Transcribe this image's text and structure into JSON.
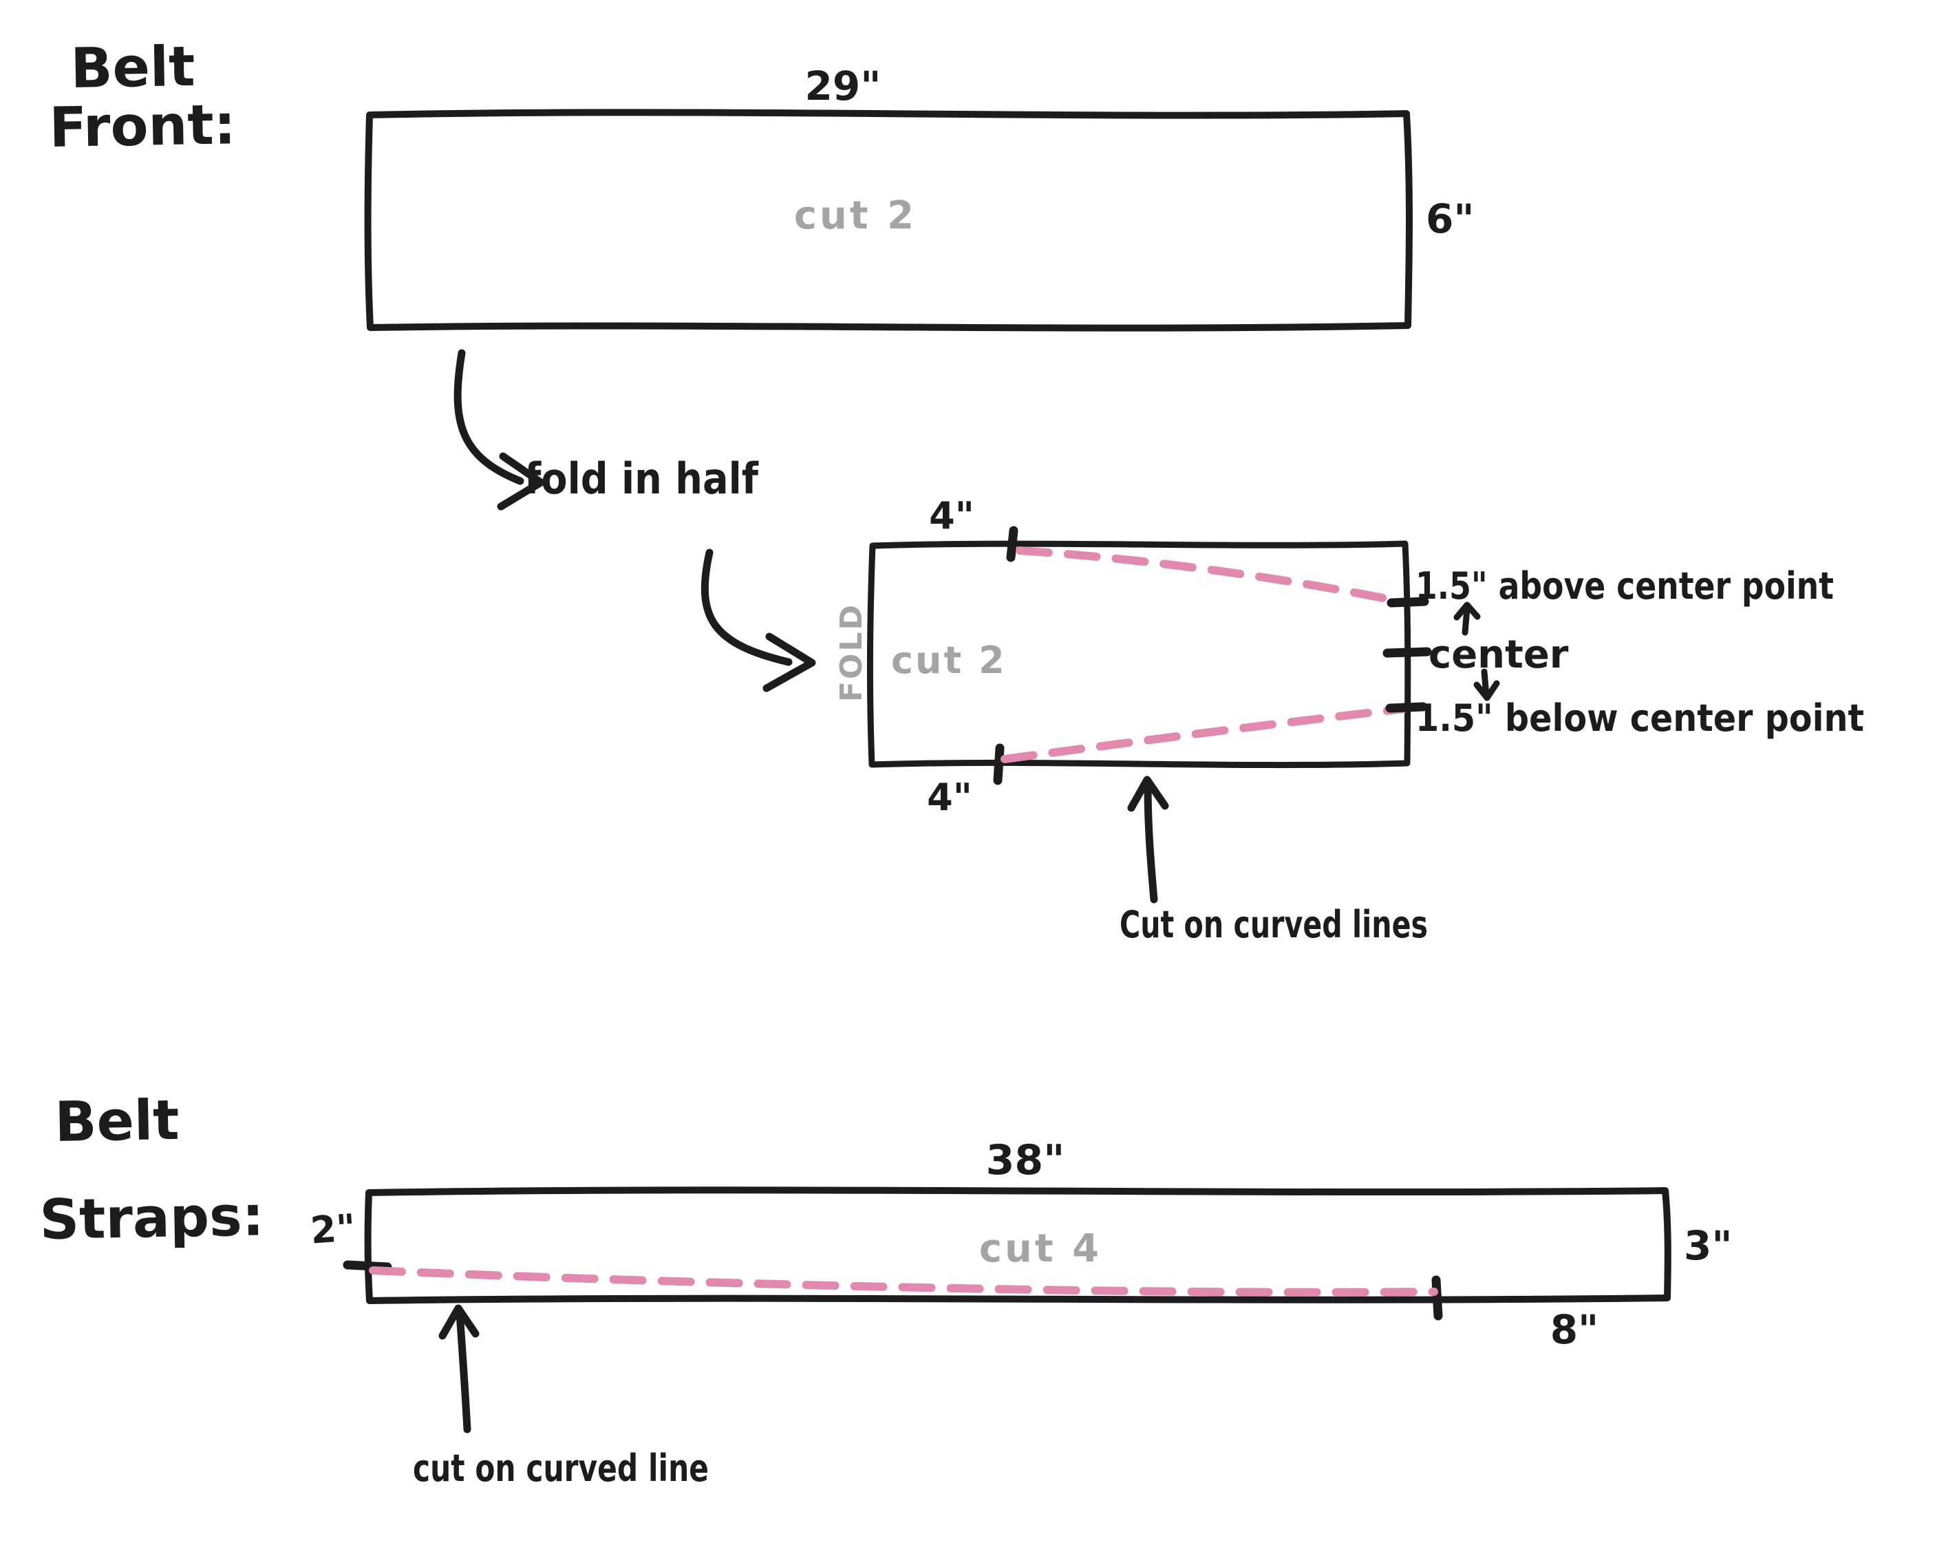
{
  "colors": {
    "ink": "#1c1c1c",
    "gray": "#a4a4a4",
    "pink": "#e289b0"
  },
  "belt_front": {
    "title_line1": "Belt",
    "title_line2": "Front:",
    "width_label": "29\"",
    "height_label": "6\"",
    "cut_label": "cut 2",
    "fold_note": "fold in half"
  },
  "folded_piece": {
    "top_notch_label": "4\"",
    "bottom_notch_label": "4\"",
    "fold_label": "FOLD",
    "cut_label": "cut 2",
    "above_center_label": "1.5\" above center point",
    "center_label": "center",
    "below_center_label": "1.5\" below center point",
    "cut_note": "Cut on curved lines"
  },
  "belt_straps": {
    "title_line1": "Belt",
    "title_line2": "Straps:",
    "width_label": "38\"",
    "cut_label": "cut 4",
    "left_height_label": "2\"",
    "right_height_label": "3\"",
    "strap_end_label": "8\"",
    "cut_note": "cut on curved line"
  }
}
